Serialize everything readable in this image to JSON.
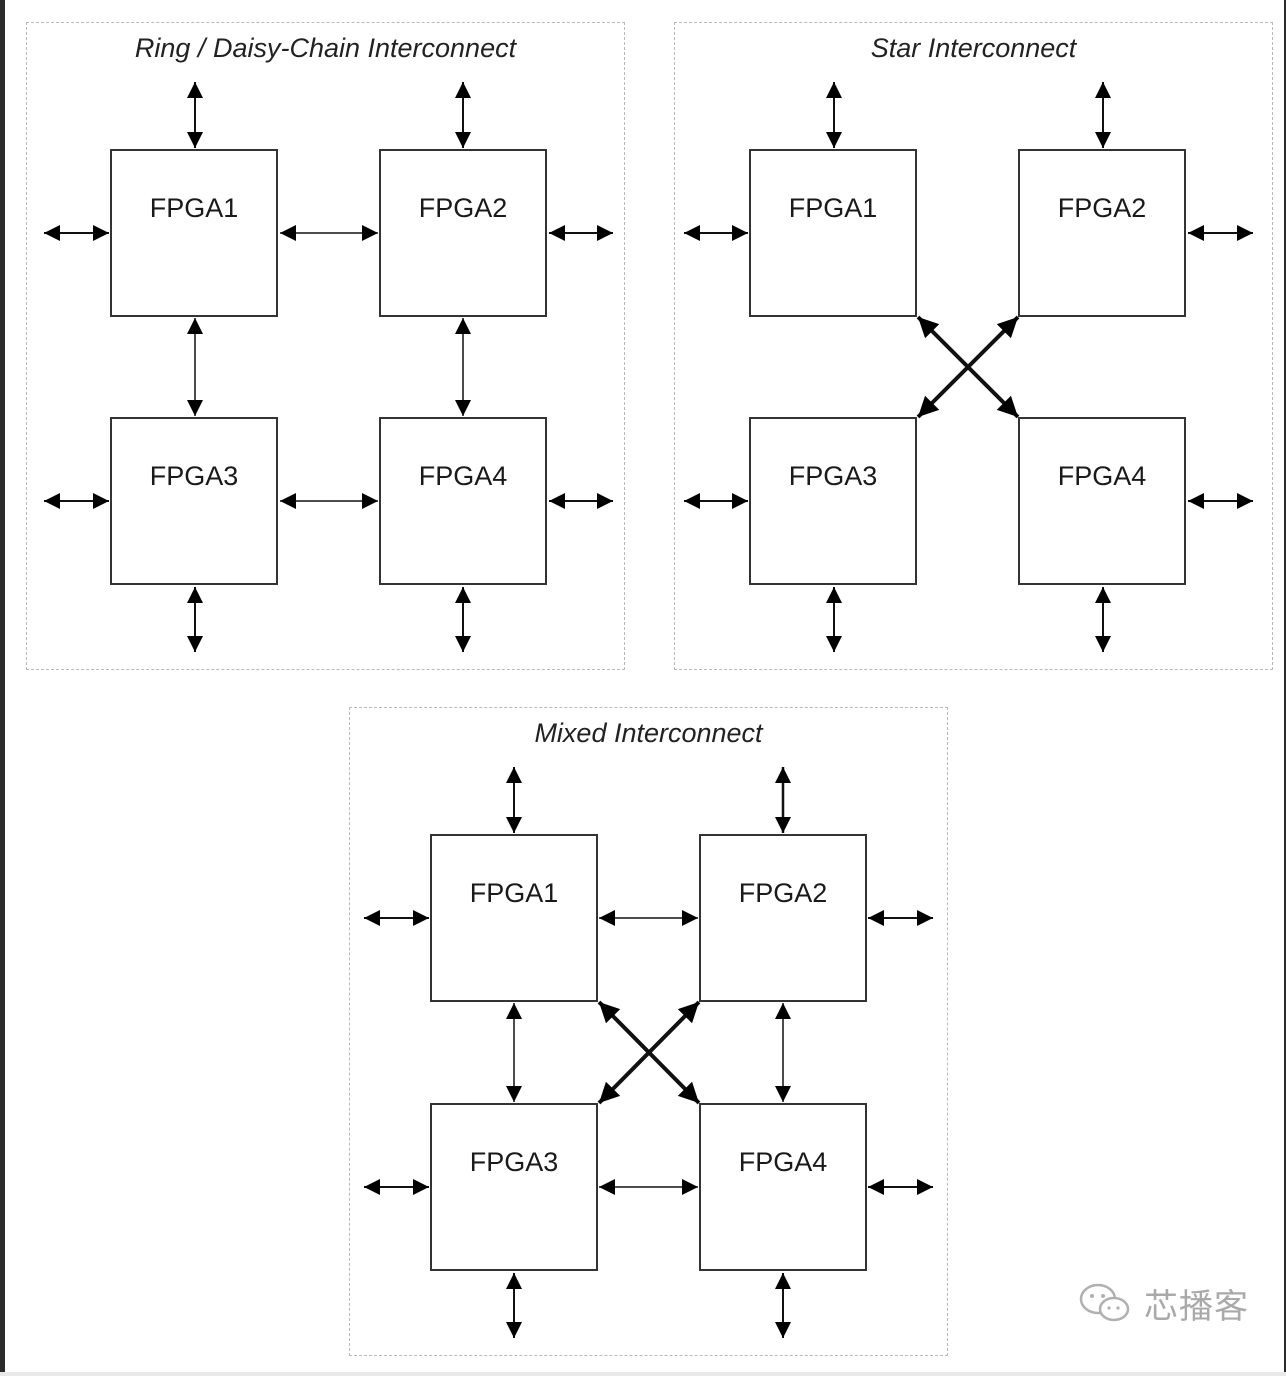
{
  "panels": [
    {
      "title": "Ring / Daisy-Chain Interconnect",
      "nodes": [
        "FPGA1",
        "FPGA2",
        "FPGA3",
        "FPGA4"
      ]
    },
    {
      "title": "Star Interconnect",
      "nodes": [
        "FPGA1",
        "FPGA2",
        "FPGA3",
        "FPGA4"
      ]
    },
    {
      "title": "Mixed Interconnect",
      "nodes": [
        "FPGA1",
        "FPGA2",
        "FPGA3",
        "FPGA4"
      ]
    }
  ],
  "watermark": {
    "text": "芯播客",
    "icon": "wechat-icon"
  }
}
